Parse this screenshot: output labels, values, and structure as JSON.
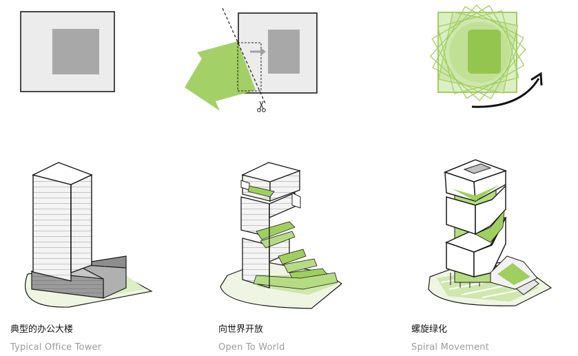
{
  "colors": {
    "green": "#9fcf5f",
    "light_green": "#dcefc4",
    "dark_gray": "#9b9b9b",
    "light_gray": "#ececec",
    "stroke": "#1a1a1a"
  },
  "icons": [
    "scissors-icon",
    "arrow-right-icon",
    "curved-arrow-icon"
  ],
  "panels": [
    {
      "title_cn": "典型的办公大楼",
      "title_en": "Typical Office Tower"
    },
    {
      "title_cn": "向世界开放",
      "title_en": "Open To World"
    },
    {
      "title_cn": "螺旋绿化",
      "title_en": "Spiral Movement"
    }
  ]
}
